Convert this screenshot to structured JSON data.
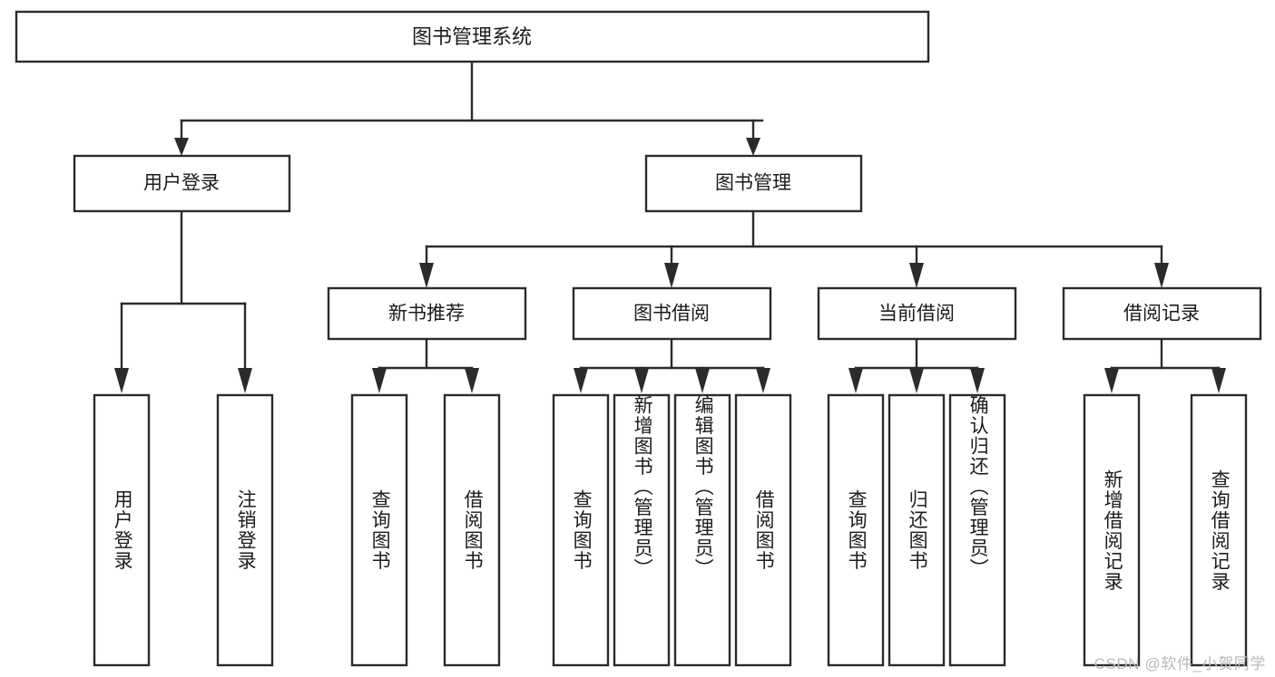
{
  "diagram": {
    "title": "图书管理系统",
    "type": "hierarchy-tree",
    "root": {
      "label": "图书管理系统"
    },
    "level2": [
      {
        "label": "用户登录"
      },
      {
        "label": "图书管理"
      }
    ],
    "level3": [
      {
        "label": "新书推荐"
      },
      {
        "label": "图书借阅"
      },
      {
        "label": "当前借阅"
      },
      {
        "label": "借阅记录"
      }
    ],
    "leaves": {
      "user_login": [
        {
          "label": "用户登录"
        },
        {
          "label": "注销登录"
        }
      ],
      "new_book_recommend": [
        {
          "label": "查询图书"
        },
        {
          "label": "借阅图书"
        }
      ],
      "book_borrow": [
        {
          "label": "查询图书"
        },
        {
          "label": "新增图书（管理员）"
        },
        {
          "label": "编辑图书（管理员）"
        },
        {
          "label": "借阅图书"
        }
      ],
      "current_borrow": [
        {
          "label": "查询图书"
        },
        {
          "label": "归还图书"
        },
        {
          "label": "确认归还（管理员）"
        }
      ],
      "borrow_record": [
        {
          "label": "新增借阅记录"
        },
        {
          "label": "查询借阅记录"
        }
      ]
    }
  },
  "watermark": {
    "text": "CSDN @软件_小贺同学"
  },
  "colors": {
    "stroke": "#2b2b2b",
    "fill": "#ffffff",
    "text": "#1b1b1b",
    "watermark": "#b9b9b9"
  }
}
